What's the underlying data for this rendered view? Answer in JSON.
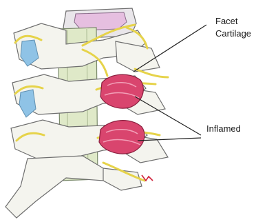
{
  "labels": {
    "facet_line1": "Facet",
    "facet_line2": "Cartilage",
    "inflamed": "Inflamed"
  },
  "colors": {
    "bone": "#f4f4ee",
    "bone_outline": "#6e6e6e",
    "spinal_cord": "#dfe9c8",
    "nerve": "#e6d34a",
    "inflamed_cartilage": "#d9456e",
    "disc": "#eadff0",
    "vessel_blue": "#8fc3e6",
    "leader_line": "#222222"
  }
}
